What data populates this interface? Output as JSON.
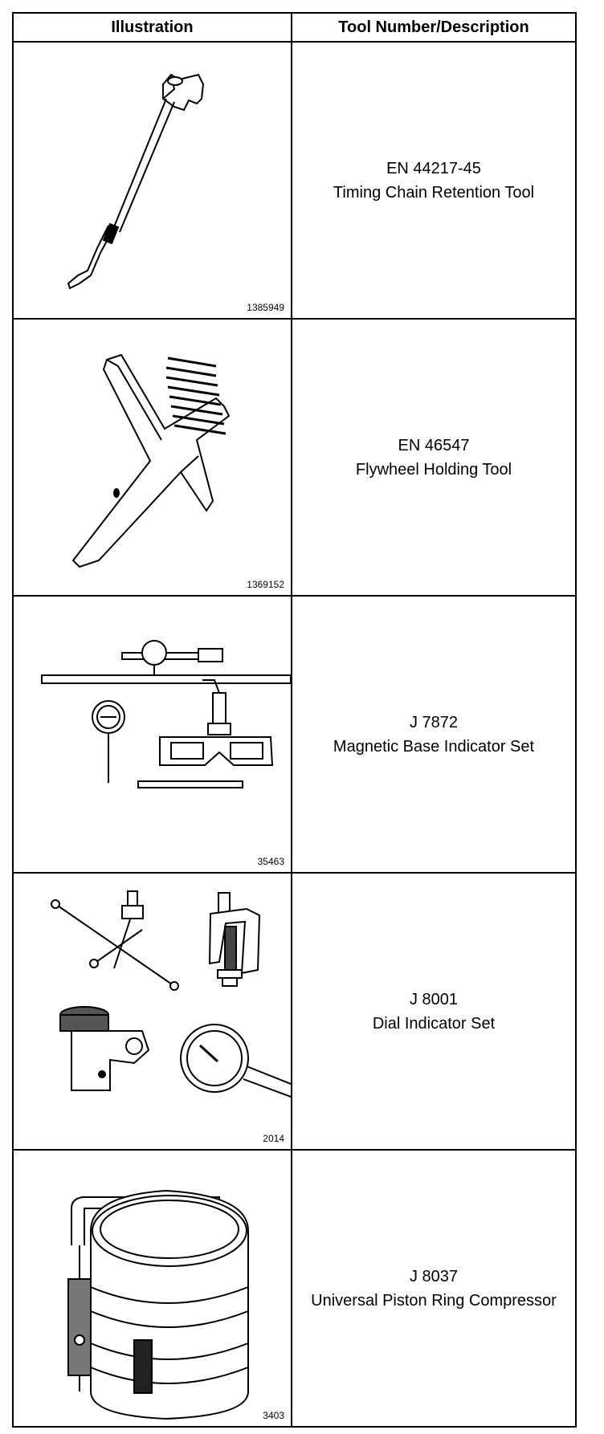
{
  "header": {
    "illustration": "Illustration",
    "tool": "Tool Number/Description"
  },
  "tools": [
    {
      "figure": "1385949",
      "number": "EN 44217-45",
      "description": "Timing Chain Retention Tool"
    },
    {
      "figure": "1369152",
      "number": "EN 46547",
      "description": "Flywheel Holding Tool"
    },
    {
      "figure": "35463",
      "number": "J 7872",
      "description": "Magnetic Base Indicator Set"
    },
    {
      "figure": "2014",
      "number": "J 8001",
      "description": "Dial Indicator Set"
    },
    {
      "figure": "3403",
      "number": "J 8037",
      "description": "Universal Piston Ring Compressor"
    }
  ]
}
